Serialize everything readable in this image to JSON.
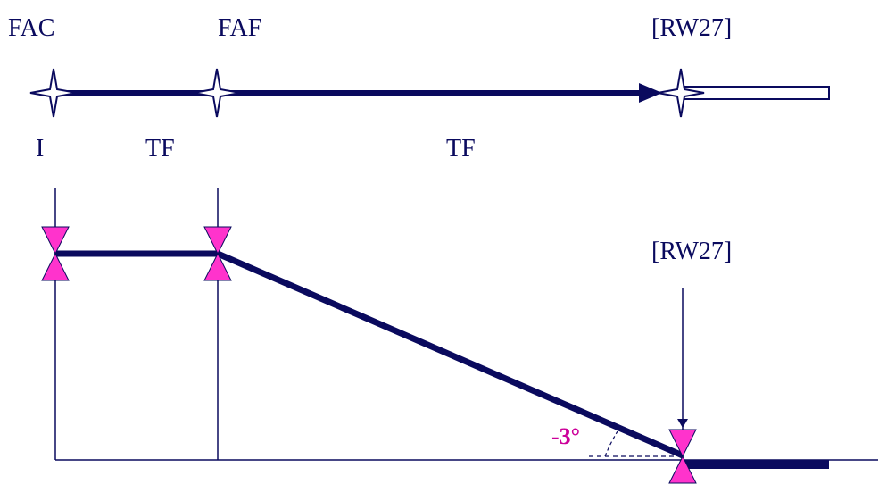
{
  "plan_view": {
    "waypoints": [
      {
        "name": "FAC",
        "leg": "I"
      },
      {
        "name": "FAF",
        "leg": "TF"
      },
      {
        "name": "[RW27]",
        "leg": "TF"
      }
    ]
  },
  "profile_view": {
    "runway_label": "[RW27]",
    "glide_angle": "-3°"
  },
  "colors": {
    "track": "#0a0a5e",
    "constraint_marker": "#ff33cc",
    "angle_text": "#cc0099",
    "thin_lines": "#0a0a5e",
    "label_text": "#0a0a5e"
  }
}
